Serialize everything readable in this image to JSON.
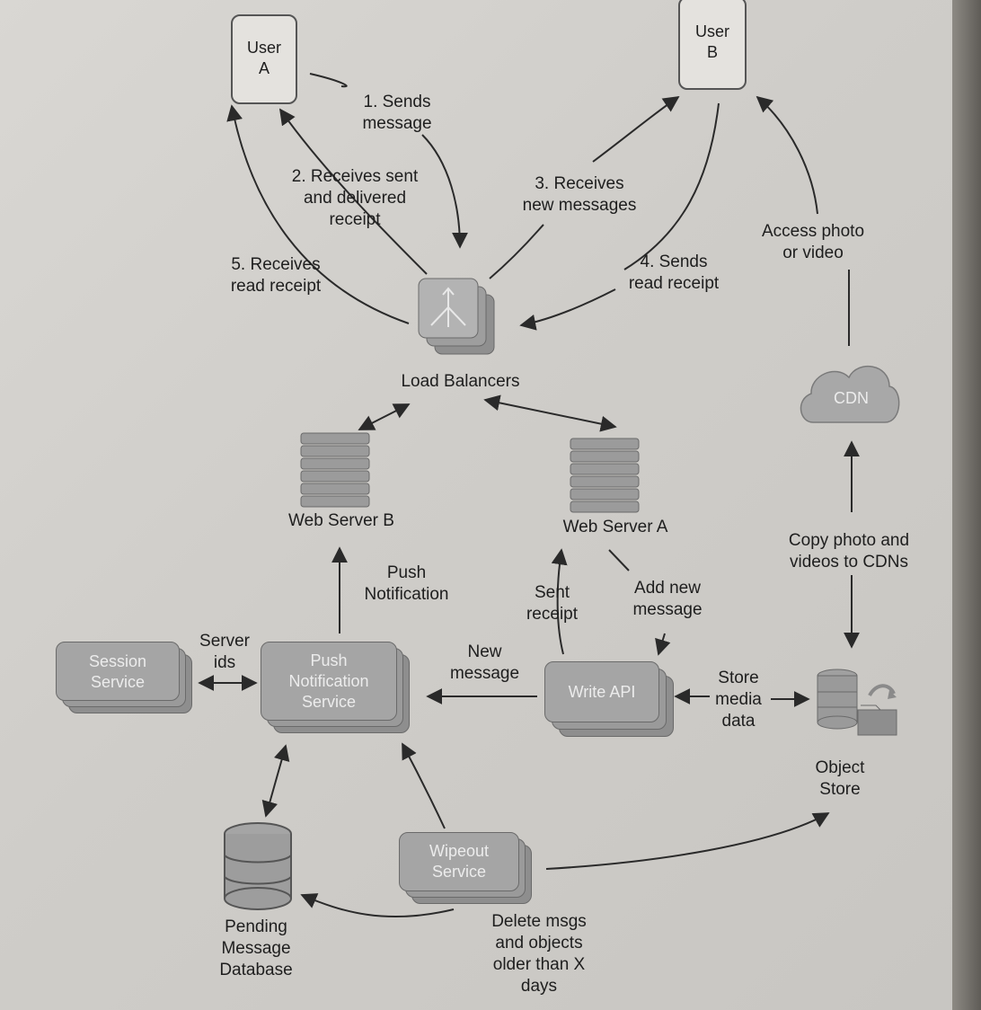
{
  "users": {
    "a_label": "User\nA",
    "b_label": "User\nB"
  },
  "steps": {
    "s1": "1. Sends\nmessage",
    "s2": "2. Receives sent\nand delivered\nreceipt",
    "s3": "3. Receives\nnew messages",
    "s4": "4. Sends\nread receipt",
    "s5": "5. Receives\nread receipt"
  },
  "access": "Access photo\nor video",
  "load_balancers": "Load Balancers",
  "cdn": "CDN",
  "web_server_b": "Web Server B",
  "web_server_a": "Web Server A",
  "copy_cdn": "Copy photo and\nvideos to CDNs",
  "push_notification": "Push\nNotification",
  "sent_receipt": "Sent\nreceipt",
  "add_new_message": "Add new\nmessage",
  "server_ids": "Server\nids",
  "new_message": "New\nmessage",
  "session_service": "Session\nService",
  "push_service": "Push\nNotification\nService",
  "write_api": "Write API",
  "store_media": "Store\nmedia\ndata",
  "object_store": "Object\nStore",
  "wipeout_service": "Wipeout\nService",
  "pending_db": "Pending\nMessage\nDatabase",
  "delete_msgs": "Delete msgs\nand objects\nolder than X\ndays",
  "colors": {
    "component_fill": "#9a9a9a",
    "component_text": "#ececec",
    "line": "#2a2a2a"
  }
}
